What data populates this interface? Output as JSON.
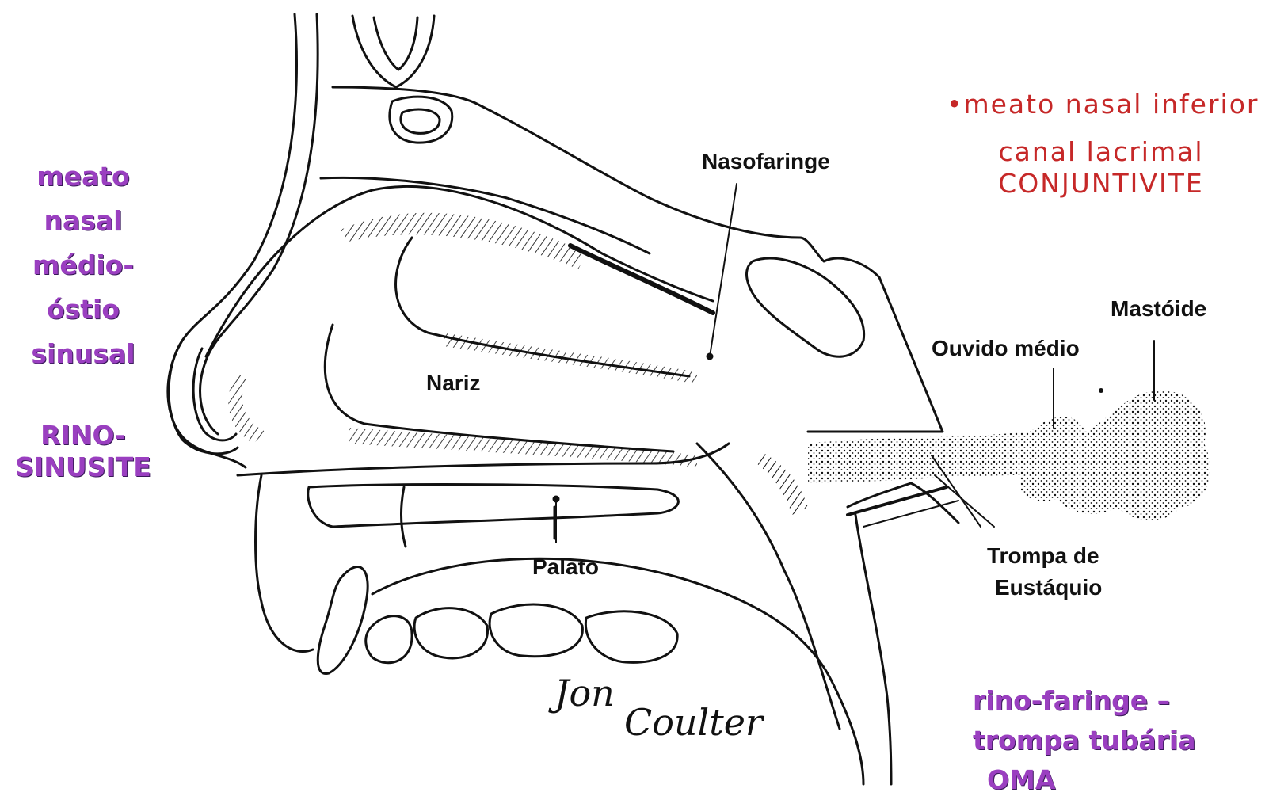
{
  "labels": {
    "nasofaringe": "Nasofaringe",
    "nariz": "Nariz",
    "palato": "Palato",
    "mastoide": "Mastóide",
    "ouvido_medio": "Ouvido médio",
    "trompa_line1": "Trompa de",
    "trompa_line2": "Eustáquio"
  },
  "left_note": {
    "lines": [
      "meato",
      "nasal",
      "médio-",
      "óstio",
      "sinusal"
    ],
    "extra": [
      "RINO-",
      "SINUSITE"
    ]
  },
  "top_right_note": {
    "line1": "•meato nasal inferior",
    "line2": "canal lacrimal",
    "line3": "CONJUNTIVITE"
  },
  "bottom_right_note": {
    "line1": "rino-faringe –",
    "line2": "trompa tubária",
    "line3": "OMA"
  },
  "signature": {
    "line1": "Jon",
    "line2": "Coulter"
  },
  "colors": {
    "purple": "#9a3fc0",
    "red": "#c62828",
    "ink": "#111111"
  }
}
